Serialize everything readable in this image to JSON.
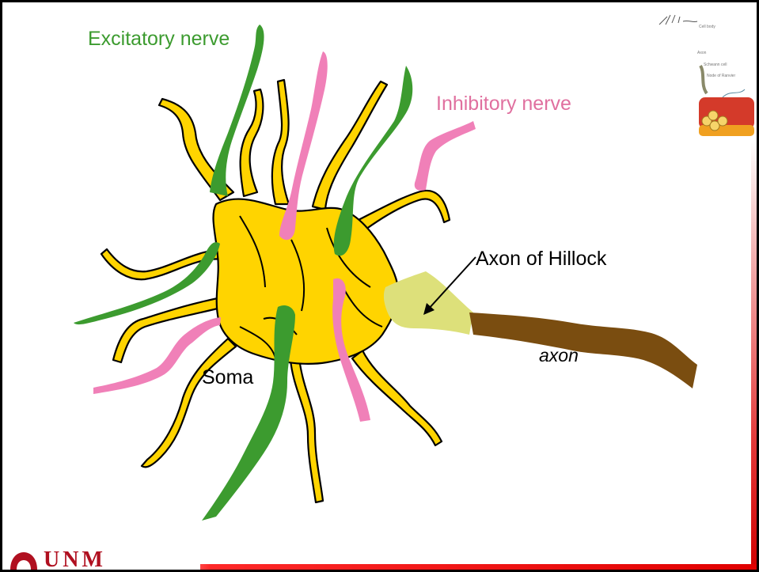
{
  "labels": {
    "excitatory": "Excitatory nerve",
    "inhibitory": "Inhibitory nerve",
    "hillock": "Axon of Hillock",
    "soma": "Soma",
    "axon": "axon"
  },
  "thumbnail": {
    "cell_body": "Cell body",
    "axon": "Axon",
    "schwann": "Schwann cell",
    "ranvier": "Node of Ranvier"
  },
  "logo": {
    "text": "UNM"
  },
  "colors": {
    "soma": "#ffd400",
    "excitatory": "#3c9b2f",
    "inhibitory": "#f080b8",
    "hillock": "#dde07a",
    "axon": "#7a4d10",
    "accent": "#e00000"
  }
}
